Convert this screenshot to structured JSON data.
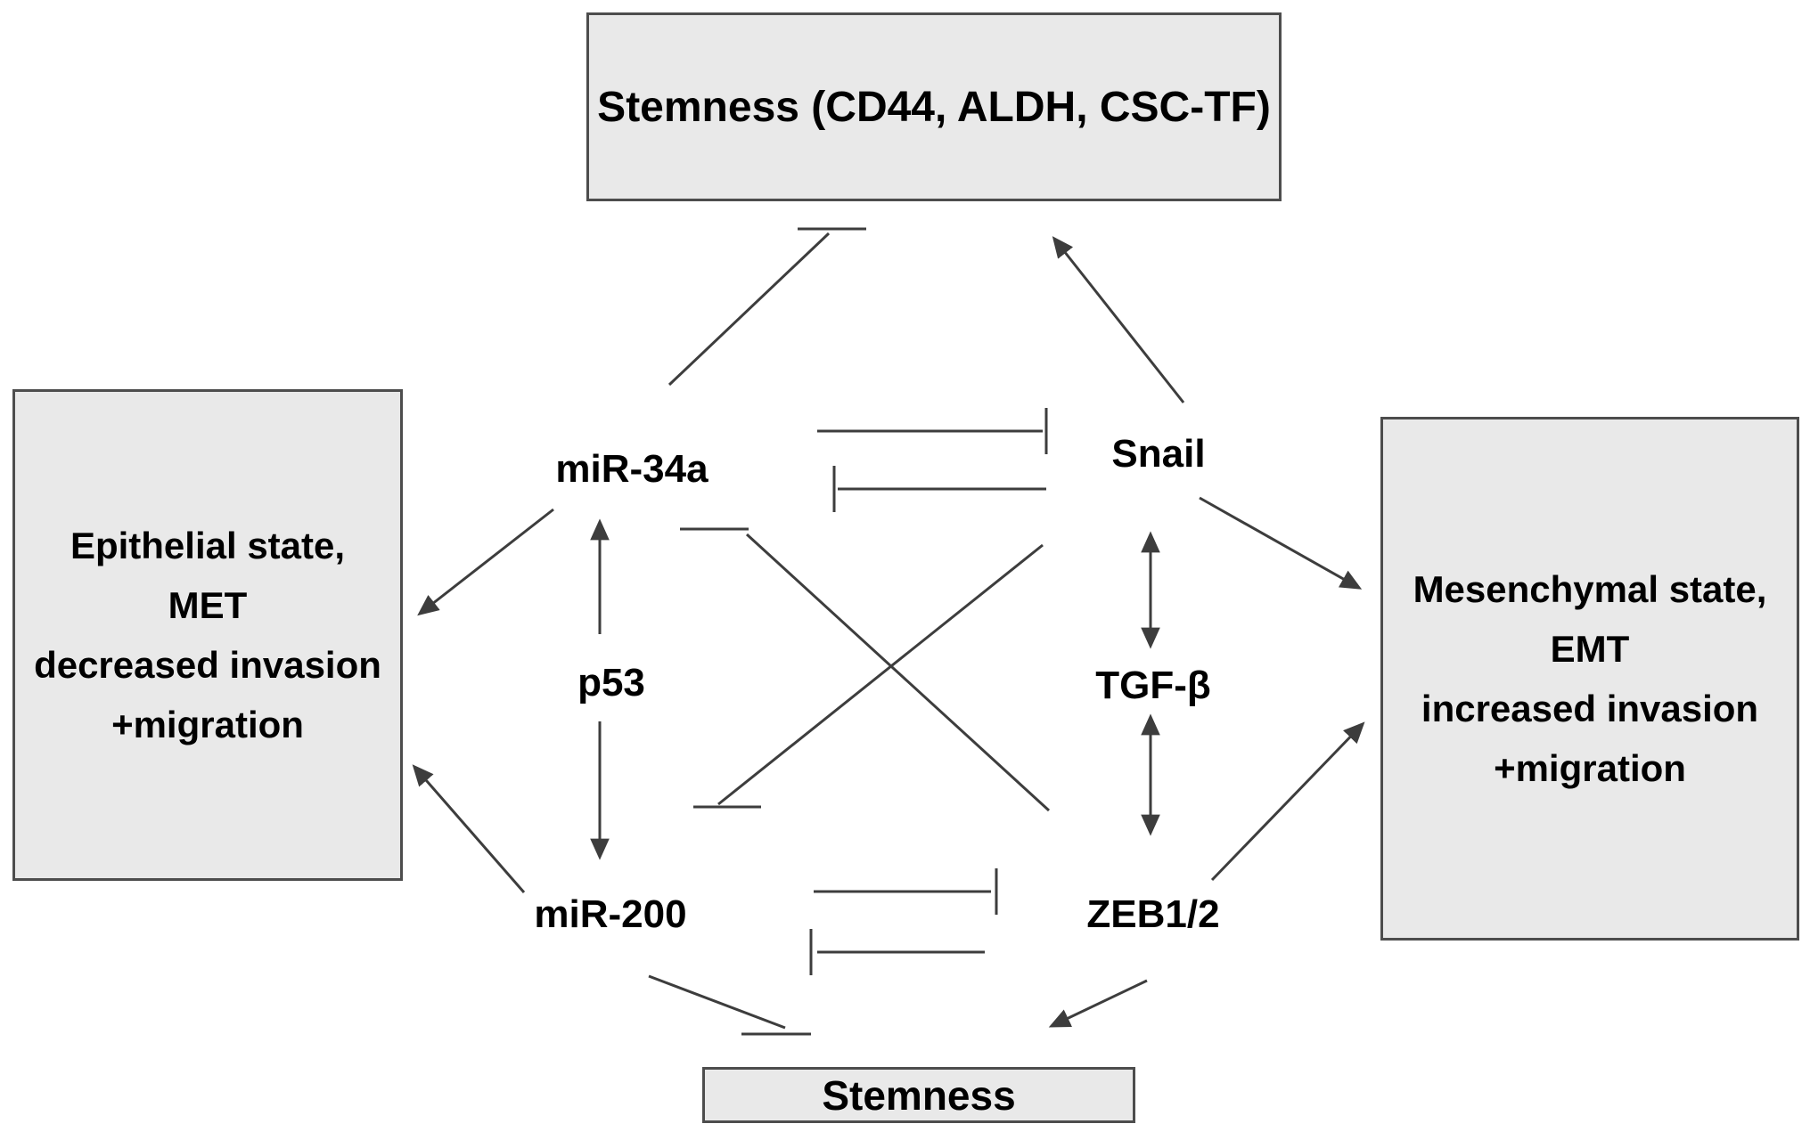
{
  "diagram": {
    "boxes": {
      "stemness_top": {
        "label": "Stemness (CD44, ALDH, CSC-TF)"
      },
      "epithelial": {
        "lines": [
          "Epithelial state,",
          "MET",
          "decreased invasion",
          "+migration"
        ]
      },
      "mesenchymal": {
        "lines": [
          "Mesenchymal state,",
          "EMT",
          "increased invasion",
          "+migration"
        ]
      },
      "stemness_bottom": {
        "label": "Stemness"
      }
    },
    "nodes": {
      "mir34a": {
        "label": "miR-34a"
      },
      "snail": {
        "label": "Snail"
      },
      "p53": {
        "label": "p53"
      },
      "tgfb": {
        "label": "TGF-β"
      },
      "mir200": {
        "label": "miR-200"
      },
      "zeb": {
        "label": "ZEB1/2"
      }
    },
    "edges": [
      {
        "from": "miR-34a",
        "to": "Stemness (CD44, ALDH, CSC-TF)",
        "type": "inhibition"
      },
      {
        "from": "Snail",
        "to": "Stemness (CD44, ALDH, CSC-TF)",
        "type": "activation"
      },
      {
        "from": "miR-34a",
        "to": "Snail",
        "type": "inhibition"
      },
      {
        "from": "Snail",
        "to": "miR-34a",
        "type": "inhibition"
      },
      {
        "from": "p53",
        "to": "miR-34a",
        "type": "activation"
      },
      {
        "from": "p53",
        "to": "miR-200",
        "type": "activation"
      },
      {
        "from": "miR-34a",
        "to": "Epithelial state, MET",
        "type": "activation"
      },
      {
        "from": "miR-200",
        "to": "Epithelial state, MET",
        "type": "activation"
      },
      {
        "from": "Snail",
        "to": "Mesenchymal state, EMT",
        "type": "activation"
      },
      {
        "from": "ZEB1/2",
        "to": "Mesenchymal state, EMT",
        "type": "activation"
      },
      {
        "from": "TGF-β",
        "to": "Snail",
        "type": "bidirectional-activation"
      },
      {
        "from": "TGF-β",
        "to": "ZEB1/2",
        "type": "bidirectional-activation"
      },
      {
        "from": "ZEB1/2",
        "to": "miR-34a",
        "type": "inhibition"
      },
      {
        "from": "Snail",
        "to": "miR-200",
        "type": "inhibition"
      },
      {
        "from": "miR-200",
        "to": "ZEB1/2",
        "type": "inhibition"
      },
      {
        "from": "ZEB1/2",
        "to": "miR-200",
        "type": "inhibition"
      },
      {
        "from": "miR-200",
        "to": "Stemness",
        "type": "inhibition"
      },
      {
        "from": "ZEB1/2",
        "to": "Stemness",
        "type": "activation"
      }
    ],
    "colors": {
      "background": "#ffffff",
      "box_fill": "#e9e9e9",
      "box_border": "#4d4d4d",
      "line": "#3d3d3d",
      "text": "#000000"
    }
  }
}
